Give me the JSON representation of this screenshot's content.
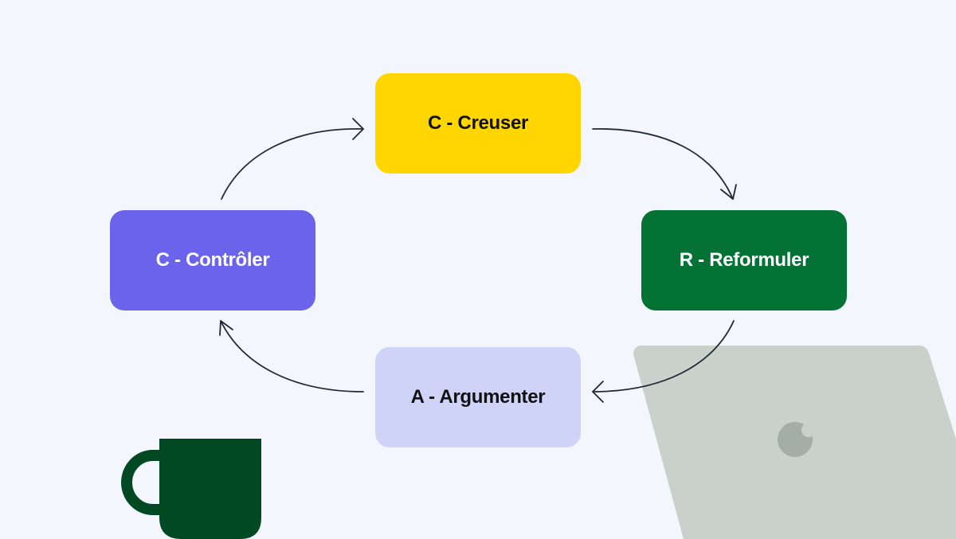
{
  "diagram": {
    "background_color": "#f4f6fd",
    "arrow_color": "#1f2937",
    "steps": [
      {
        "label": "C - Creuser",
        "fill": "#ffd600",
        "text_color": "#111111"
      },
      {
        "label": "R - Reformuler",
        "fill": "#047235",
        "text_color": "#ffffff"
      },
      {
        "label": "A - Argumenter",
        "fill": "#d0d3f8",
        "text_color": "#111111"
      },
      {
        "label": "C - Contrôler",
        "fill": "#6b63ec",
        "text_color": "#ffffff"
      }
    ],
    "cycle_direction": "clockwise"
  },
  "illustrations": {
    "mug": {
      "icon": "mug-icon",
      "color": "#004922"
    },
    "laptop": {
      "icon": "laptop-icon",
      "color": "#c9d1cb",
      "logo_icon": "apple-logo-icon",
      "logo_color": "#a3aea6"
    }
  }
}
